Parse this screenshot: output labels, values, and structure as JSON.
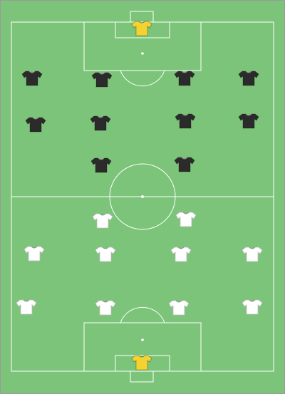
{
  "pitch": {
    "grass_color": "#7cc47a",
    "line_color": "#ffffff",
    "border_color": "#9a9a9a"
  },
  "kit_colors": {
    "away": "#2b2b2b",
    "home": "#ffffff",
    "goalkeeper": "#f3d331"
  },
  "icons": {
    "jersey": "jersey-icon"
  },
  "players": [
    {
      "team": "away",
      "role": "goalkeeper"
    },
    {
      "team": "away",
      "role": "outfield"
    },
    {
      "team": "away",
      "role": "outfield"
    },
    {
      "team": "away",
      "role": "outfield"
    },
    {
      "team": "away",
      "role": "outfield"
    },
    {
      "team": "away",
      "role": "outfield"
    },
    {
      "team": "away",
      "role": "outfield"
    },
    {
      "team": "away",
      "role": "outfield"
    },
    {
      "team": "away",
      "role": "outfield"
    },
    {
      "team": "away",
      "role": "outfield"
    },
    {
      "team": "away",
      "role": "outfield"
    },
    {
      "team": "home",
      "role": "outfield"
    },
    {
      "team": "home",
      "role": "outfield"
    },
    {
      "team": "home",
      "role": "outfield"
    },
    {
      "team": "home",
      "role": "outfield"
    },
    {
      "team": "home",
      "role": "outfield"
    },
    {
      "team": "home",
      "role": "outfield"
    },
    {
      "team": "home",
      "role": "outfield"
    },
    {
      "team": "home",
      "role": "outfield"
    },
    {
      "team": "home",
      "role": "outfield"
    },
    {
      "team": "home",
      "role": "outfield"
    },
    {
      "team": "home",
      "role": "goalkeeper"
    }
  ]
}
